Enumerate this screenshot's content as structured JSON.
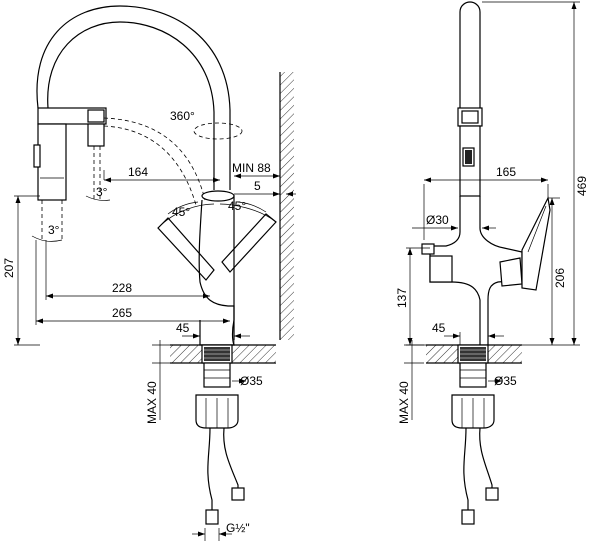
{
  "left_view": {
    "dimensions": {
      "angle_360": "360°",
      "reach_164": "164",
      "min_88": "MIN 88",
      "offset_5": "5",
      "angle_45_left": "45°",
      "angle_45_right": "45°",
      "tilt_3_upper": "3°",
      "tilt_3_lower": "3°",
      "height_207": "207",
      "reach_228": "228",
      "reach_265": "265",
      "base_45": "45",
      "max_40": "MAX 40",
      "hole_35": "Ø35",
      "thread": "G½\""
    }
  },
  "right_view": {
    "dimensions": {
      "width_165": "165",
      "height_469": "469",
      "diameter_30": "Ø30",
      "height_206": "206",
      "height_137": "137",
      "base_45": "45",
      "max_40": "MAX 40",
      "hole_35": "Ø35"
    }
  }
}
